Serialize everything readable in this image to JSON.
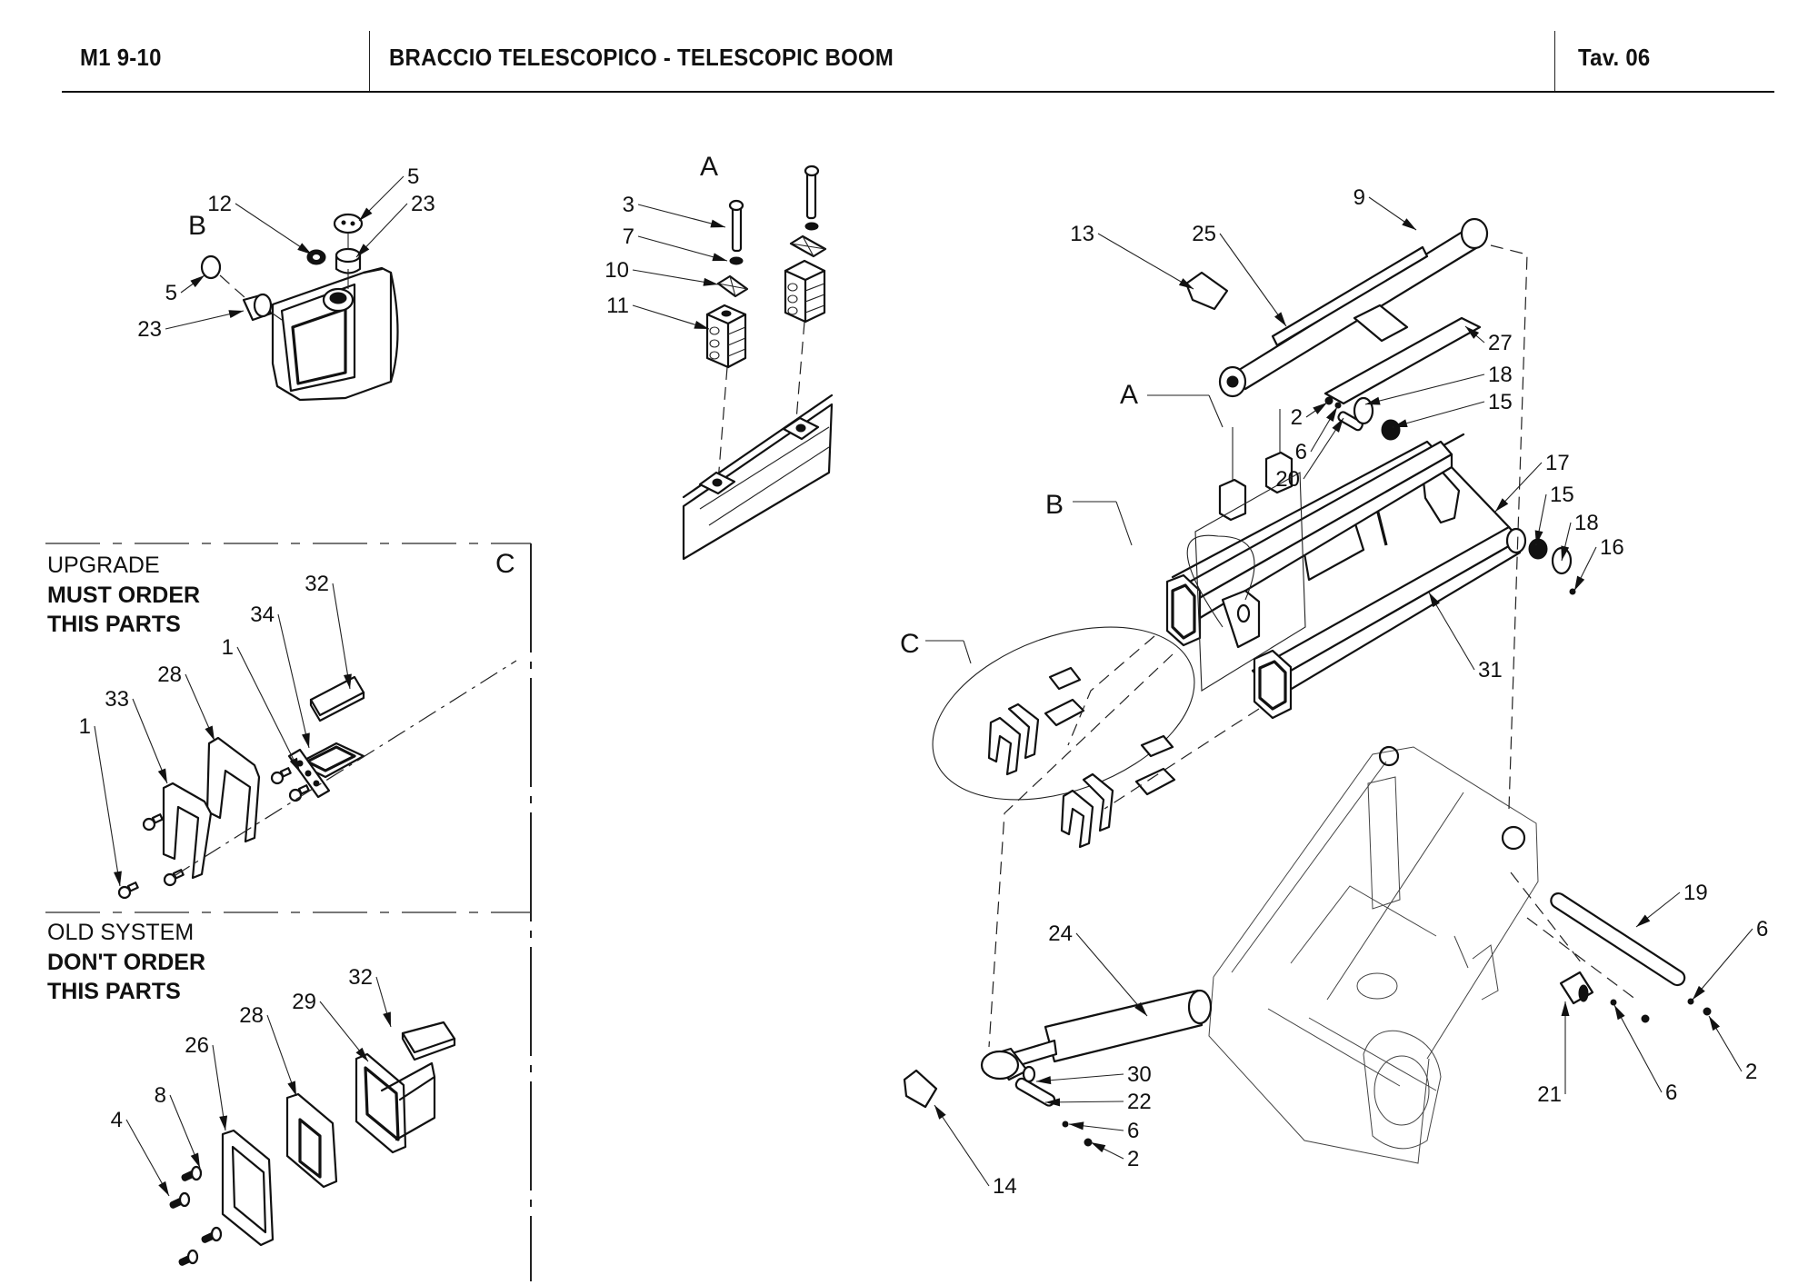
{
  "header": {
    "model": "M1 9-10",
    "title": "BRACCIO TELESCOPICO - TELESCOPIC BOOM",
    "sheet": "Tav. 06"
  },
  "views": {
    "detail_a_letter": "A",
    "detail_b_letter": "B",
    "detail_c_letter": "C",
    "main_ref_a": "A",
    "main_ref_b": "B",
    "main_ref_c": "C"
  },
  "notes": {
    "upgrade": {
      "heading": "UPGRADE",
      "line1": "MUST ORDER",
      "line2": "THIS PARTS"
    },
    "old_system": {
      "heading": "OLD SYSTEM",
      "line1": "DON'T ORDER",
      "line2": "THIS PARTS"
    }
  },
  "callouts": {
    "detail_b": [
      "12",
      "5",
      "23",
      "5",
      "23"
    ],
    "detail_a": [
      "3",
      "7",
      "10",
      "11"
    ],
    "upgrade": [
      "32",
      "34",
      "1",
      "28",
      "33",
      "1"
    ],
    "old_system": [
      "32",
      "29",
      "28",
      "26",
      "8",
      "4"
    ],
    "main": [
      "9",
      "13",
      "25",
      "27",
      "18",
      "15",
      "2",
      "6",
      "20",
      "17",
      "15",
      "18",
      "16",
      "31",
      "19",
      "6",
      "24",
      "30",
      "22",
      "6",
      "2",
      "14",
      "21",
      "6",
      "2"
    ]
  }
}
